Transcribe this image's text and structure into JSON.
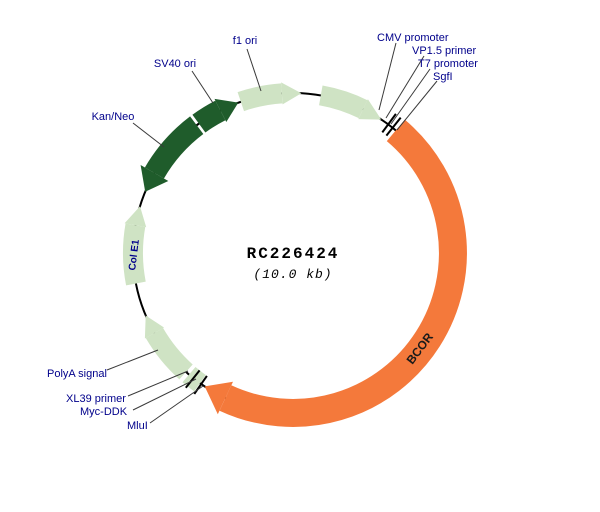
{
  "diagram": {
    "title": "RC226424",
    "subtitle": "(10.0 kb)",
    "labels": {
      "f1_ori": "f1 ori",
      "sv40_ori": "SV40 ori",
      "kan_neo": "Kan/Neo",
      "cmv_promoter": "CMV promoter",
      "vp15_primer": "VP1.5 primer",
      "t7_promoter": "T7 promoter",
      "sgfi": "SgfI",
      "bcor": "BCOR",
      "col_e1": "Col E1",
      "polya_signal": "PolyA signal",
      "xl39_primer": "XL39 primer",
      "myc_ddk": "Myc-DDK",
      "mlui": "MluI"
    },
    "colors": {
      "insert_orange": "#F4793B",
      "feature_light_green": "#CFE3C4",
      "feature_dark_green": "#1F5C2B",
      "label_navy": "#00008B",
      "backbone_black": "#000000",
      "background_white": "#FFFFFF"
    }
  }
}
